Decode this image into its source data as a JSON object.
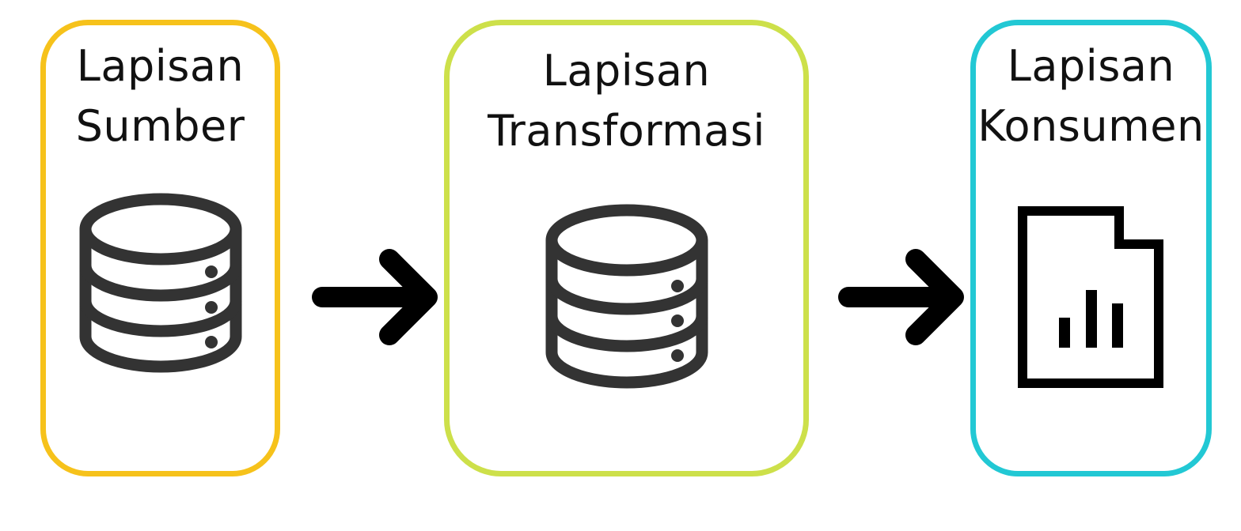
{
  "layers": [
    {
      "key": "source",
      "line1": "Lapisan",
      "line2": "Sumber",
      "icon": "database-icon",
      "border_color": "#f6c21b"
    },
    {
      "key": "transform",
      "line1": "Lapisan",
      "line2": "Transformasi",
      "icon": "database-icon",
      "border_color": "#cde04a"
    },
    {
      "key": "consumer",
      "line1": "Lapisan",
      "line2": "Konsumen",
      "icon": "report-document-icon",
      "border_color": "#22c8d4"
    }
  ],
  "connectors": [
    {
      "from": "source",
      "to": "transform",
      "icon": "arrow-right-icon"
    },
    {
      "from": "transform",
      "to": "consumer",
      "icon": "arrow-right-icon"
    }
  ],
  "colors": {
    "icon": "#333333",
    "arrow": "#000000",
    "text": "#111111"
  }
}
